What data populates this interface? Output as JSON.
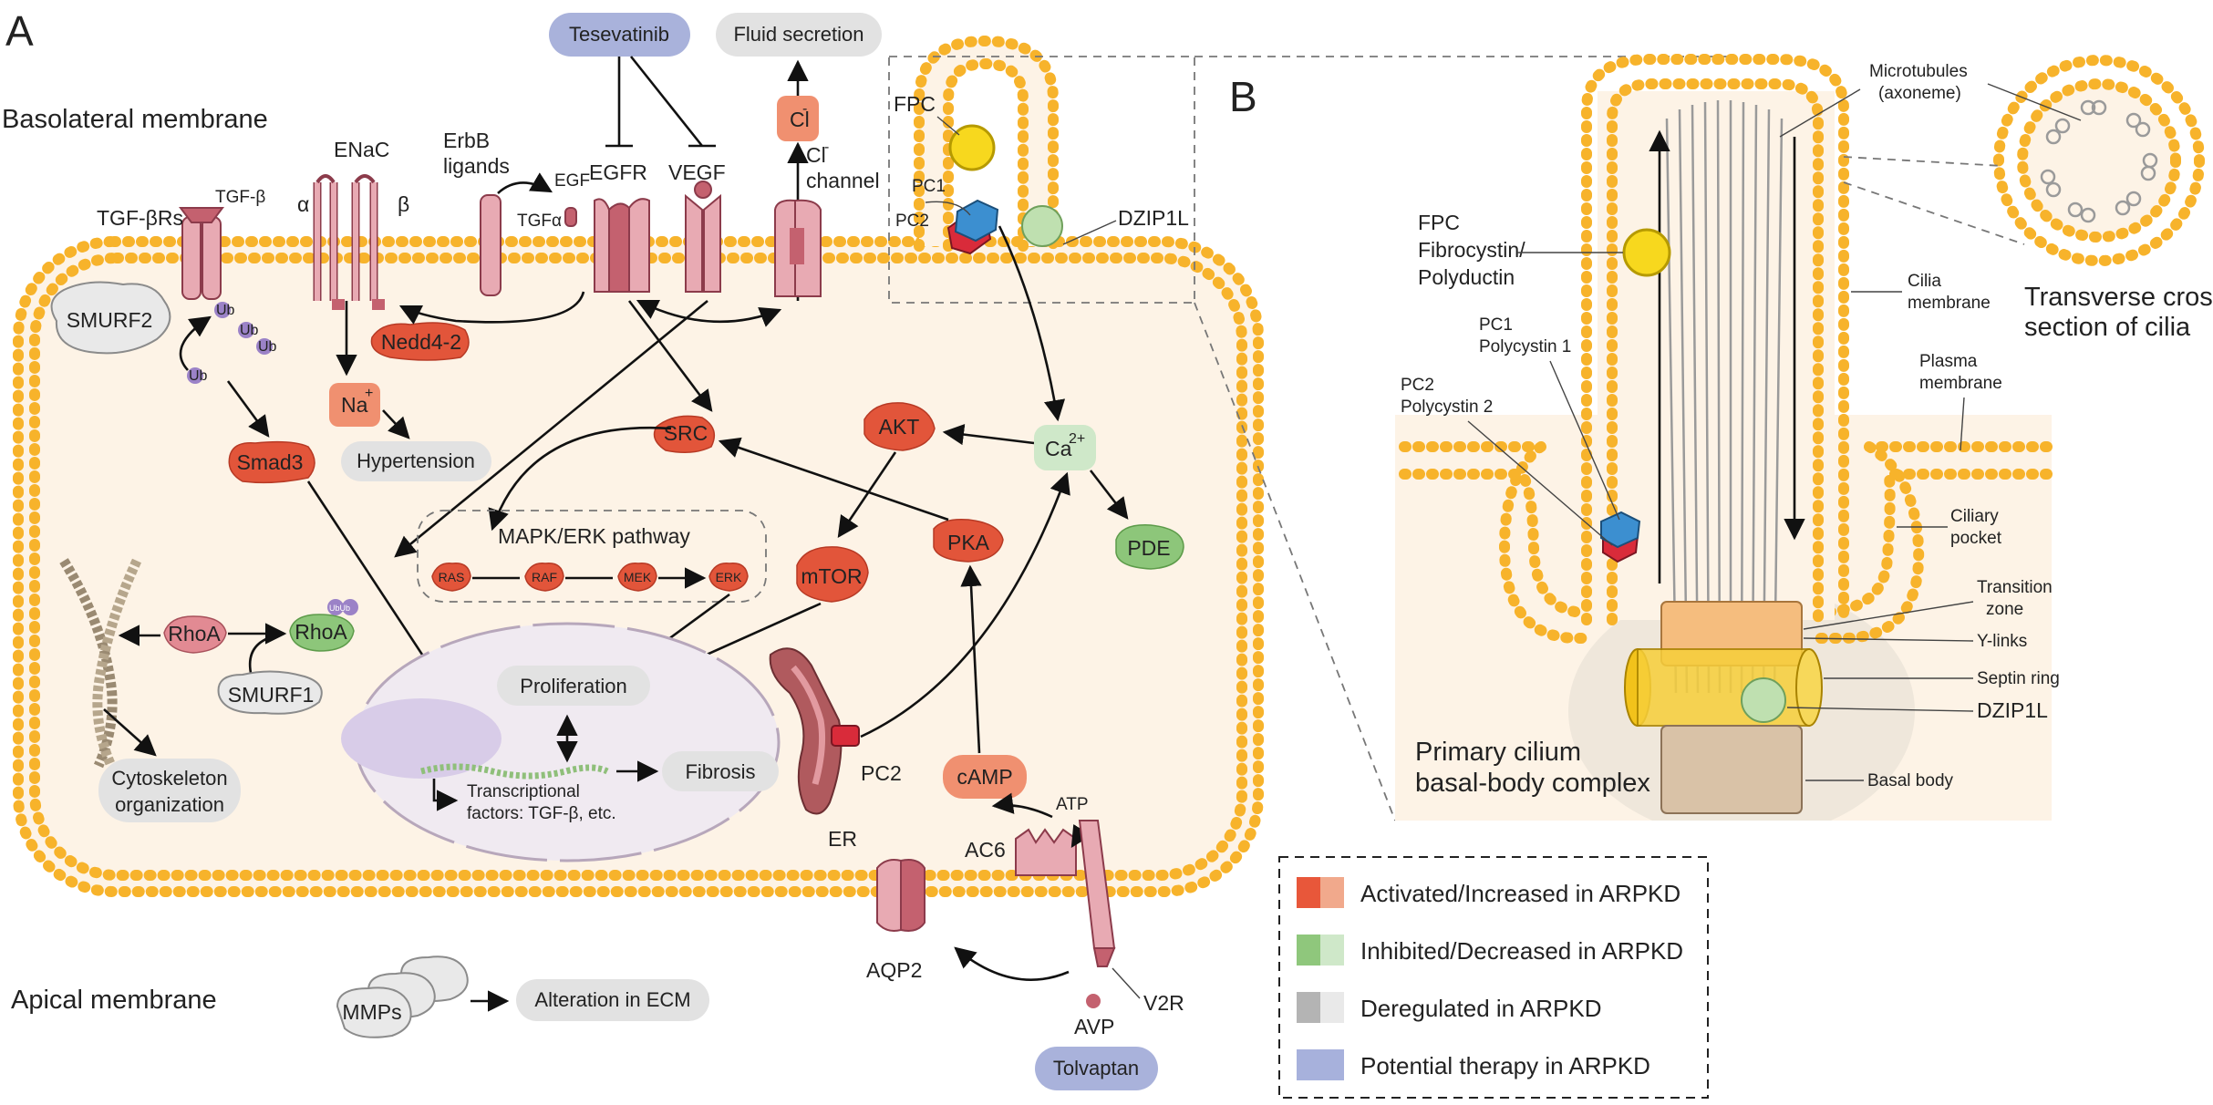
{
  "panels": {
    "a": "A",
    "b": "B"
  },
  "membrane_labels": {
    "basolateral": "Basolateral membrane",
    "apical": "Apical membrane"
  },
  "top": {
    "tesevatinib": "Tesevatinib",
    "fluid_secretion": "Fluid secretion"
  },
  "receptors": {
    "tgfbrs": "TGF-βRs",
    "tgfb": "TGF-β",
    "enac": "ENaC",
    "alpha": "α",
    "beta": "β",
    "erbb_1": "ErbB",
    "erbb_2": "ligands",
    "egf": "EGF",
    "tgfa": "TGFα",
    "egfr": "EGFR",
    "vegf": "VEGF",
    "cl": "Cl",
    "cl_sup": "-",
    "cl_ch_1": "Cl",
    "cl_ch_sup": "-",
    "cl_ch_2": "channel",
    "fpc": "FPC",
    "pc1": "PC1",
    "pc2": "PC2",
    "dzip1l": "DZIP1L"
  },
  "nodes": {
    "smurf2": "SMURF2",
    "ub": "Ub",
    "nedd42": "Nedd4-2",
    "na": "Na",
    "na_sup": "+",
    "hypertension": "Hypertension",
    "smad3": "Smad3",
    "src": "SRC",
    "akt": "AKT",
    "ca": "Ca",
    "ca_sup": "2+",
    "pde": "PDE",
    "pka": "PKA",
    "mtor": "mTOR",
    "mapk": "MAPK/ERK pathway",
    "ras": "RAS",
    "raf": "RAF",
    "mek": "MEK",
    "erk": "ERK",
    "rhoa": "RhoA",
    "rhoa_ub": "RhoA",
    "ubub": "UbUb",
    "smurf1": "SMURF1",
    "cyto_1": "Cytoskeleton",
    "cyto_2": "organization",
    "proliferation": "Proliferation",
    "fibrosis": "Fibrosis",
    "tf_1": "Transcriptional",
    "tf_2": "factors: TGF-β, etc.",
    "pc2_er": "PC2",
    "er": "ER",
    "camp": "cAMP",
    "atp": "ATP",
    "ac6": "AC6",
    "aqp2": "AQP2",
    "v2r": "V2R",
    "avp": "AVP",
    "tolvaptan": "Tolvaptan",
    "mmps": "MMPs",
    "ecm": "Alteration in ECM"
  },
  "panel_b": {
    "micro_1": "Microtubules",
    "micro_2": "(axoneme)",
    "fpc_1": "FPC",
    "fpc_2": "Fibrocystin/",
    "fpc_3": "Polyductin",
    "pc1_1": "PC1",
    "pc1_2": "Polycystin 1",
    "pc2_1": "PC2",
    "pc2_2": "Polycystin 2",
    "cilia_1": "Cilia",
    "cilia_2": "membrane",
    "trans_1": "Transverse cross",
    "trans_2": "section of cilia",
    "plasma_1": "Plasma",
    "plasma_2": "membrane",
    "pocket_1": "Ciliary",
    "pocket_2": "pocket",
    "tz_1": "Transition",
    "tz_2": "zone",
    "ylinks": "Y-links",
    "septin": "Septin ring",
    "dzip1l": "DZIP1L",
    "basal_body": "Basal body",
    "complex_1": "Primary cilium",
    "complex_2": "basal-body complex"
  },
  "legend": [
    {
      "label": "Activated/Increased in ARPKD",
      "color_a": "#e8573a",
      "color_b": "#f1a98c"
    },
    {
      "label": "Inhibited/Decreased in ARPKD",
      "color_a": "#8fc77c",
      "color_b": "#cfe8c9"
    },
    {
      "label": "Deregulated in ARPKD",
      "color_a": "#b4b4b4",
      "color_b": "#e9e9e9"
    },
    {
      "label": "Potential therapy in ARPKD",
      "color_a": "#a7b1dc",
      "color_b": "#a7b1dc"
    }
  ],
  "colors": {
    "cytoplasm": "#fdf3e6",
    "lipid_head": "#f7b32b",
    "lipid_edge": "#d18b10",
    "nucleus": "#f0eaf1",
    "activated": "#e2553a",
    "inhibited": "#8dc67a",
    "deregulated": "#e2e2e2",
    "therapy": "#a9b2db"
  }
}
